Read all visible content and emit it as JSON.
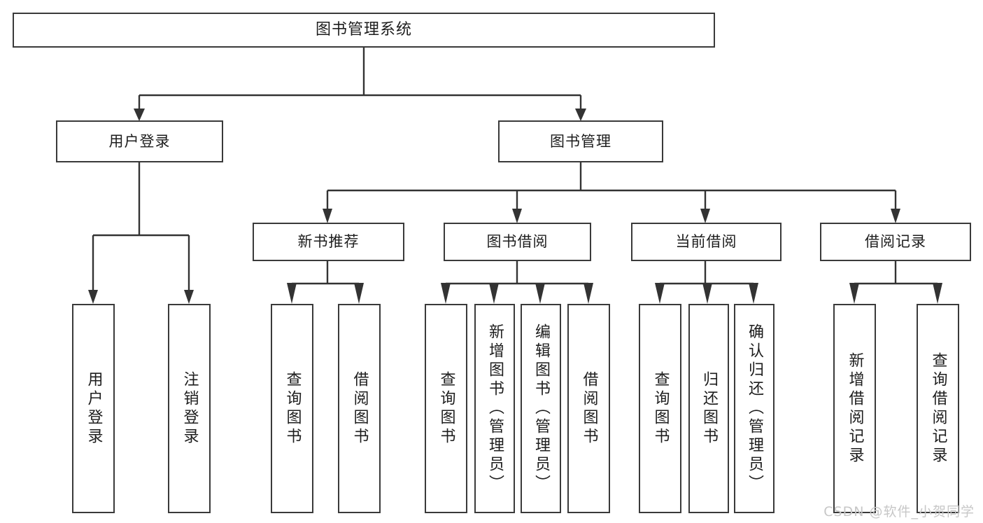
{
  "diagram": {
    "title": "图书管理系统",
    "type": "tree-hierarchy",
    "orientation": "top-down",
    "colors": {
      "box_border": "#3a3a3a",
      "box_fill": "#ffffff",
      "connector": "#333333",
      "text": "#1d1d1d",
      "watermark": "#c7c7c7",
      "background": "#ffffff"
    }
  },
  "root": {
    "label": "图书管理系统"
  },
  "level2": [
    {
      "id": "user-login",
      "label": "用户登录"
    },
    {
      "id": "book-management",
      "label": "图书管理"
    }
  ],
  "level3": [
    {
      "id": "new-book-recommend",
      "label": "新书推荐"
    },
    {
      "id": "book-borrow",
      "label": "图书借阅"
    },
    {
      "id": "current-borrow",
      "label": "当前借阅"
    },
    {
      "id": "borrow-record",
      "label": "借阅记录"
    }
  ],
  "leaves": {
    "user_login": [
      {
        "id": "leaf-user-login",
        "label": "用户登录"
      },
      {
        "id": "leaf-logout-login",
        "label": "注销登录"
      }
    ],
    "new_book_recommend": [
      {
        "id": "leaf-query-book-1",
        "label": "查询图书"
      },
      {
        "id": "leaf-borrow-book-1",
        "label": "借阅图书"
      }
    ],
    "book_borrow": [
      {
        "id": "leaf-query-book-2",
        "label": "查询图书"
      },
      {
        "id": "leaf-add-book",
        "label": "新增图书（管理员）"
      },
      {
        "id": "leaf-edit-book",
        "label": "编辑图书（管理员）"
      },
      {
        "id": "leaf-borrow-book-2",
        "label": "借阅图书"
      }
    ],
    "current_borrow": [
      {
        "id": "leaf-query-book-3",
        "label": "查询图书"
      },
      {
        "id": "leaf-return-book",
        "label": "归还图书"
      },
      {
        "id": "leaf-confirm-return",
        "label": "确认归还（管理员）"
      }
    ],
    "borrow_record": [
      {
        "id": "leaf-add-record",
        "label": "新增借阅记录"
      },
      {
        "id": "leaf-query-record",
        "label": "查询借阅记录"
      }
    ]
  },
  "watermark": {
    "text": "CSDN @软件_小贺同学"
  }
}
